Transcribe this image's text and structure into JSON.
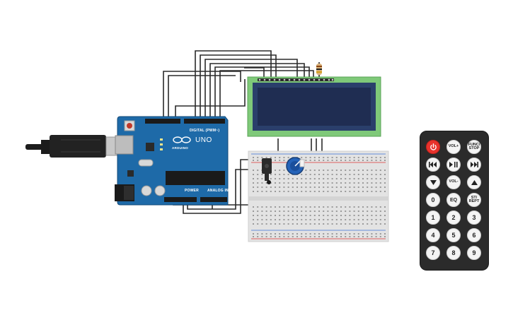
{
  "arduino": {
    "brand": "ARDUINO",
    "model": "UNO",
    "digital_label": "DIGITAL (PWM~)",
    "power_label": "POWER",
    "analog_label": "ANALOG IN"
  },
  "remote": {
    "buttons": [
      {
        "id": "power",
        "label": "",
        "icon": "power-icon"
      },
      {
        "id": "vol-up",
        "label": "VOL+"
      },
      {
        "id": "func-stop",
        "label": "FUNC/ STOP"
      },
      {
        "id": "prev",
        "label": "",
        "icon": "skip-back-icon"
      },
      {
        "id": "play-pause",
        "label": "",
        "icon": "play-pause-icon"
      },
      {
        "id": "next",
        "label": "",
        "icon": "skip-forward-icon"
      },
      {
        "id": "down",
        "label": "",
        "icon": "triangle-down-icon"
      },
      {
        "id": "vol-down",
        "label": "VOL-"
      },
      {
        "id": "up",
        "label": "",
        "icon": "triangle-up-icon"
      },
      {
        "id": "0",
        "label": "0"
      },
      {
        "id": "eq",
        "label": "EQ"
      },
      {
        "id": "st-rept",
        "label": "ST/ REPT"
      },
      {
        "id": "1",
        "label": "1"
      },
      {
        "id": "2",
        "label": "2"
      },
      {
        "id": "3",
        "label": "3"
      },
      {
        "id": "4",
        "label": "4"
      },
      {
        "id": "5",
        "label": "5"
      },
      {
        "id": "6",
        "label": "6"
      },
      {
        "id": "7",
        "label": "7"
      },
      {
        "id": "8",
        "label": "8"
      },
      {
        "id": "9",
        "label": "9"
      }
    ]
  },
  "colors": {
    "arduino_board": "#1e6aa8",
    "lcd_pcb": "#7fc979",
    "lcd_screen": "#1f2d52",
    "breadboard": "#e3e3e3",
    "wire": "#2a2a2a",
    "potentiometer": "#2563b8",
    "power_button": "#e8322c",
    "remote_body": "#2b2b2b"
  }
}
